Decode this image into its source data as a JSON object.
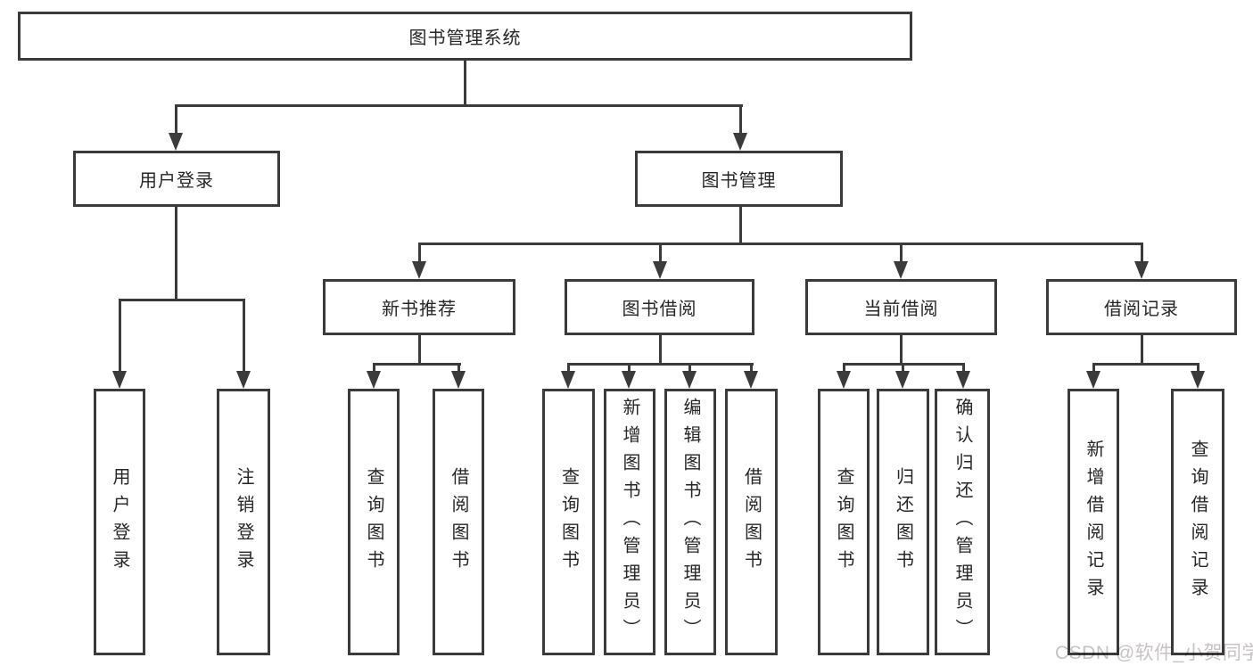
{
  "tree": {
    "root": {
      "label": "图书管理系统"
    },
    "children": [
      {
        "label": "用户登录",
        "children": [
          {
            "label": "用户登录"
          },
          {
            "label": "注销登录"
          }
        ]
      },
      {
        "label": "图书管理",
        "children": [
          {
            "label": "新书推荐",
            "children": [
              {
                "label": "查询图书"
              },
              {
                "label": "借阅图书"
              }
            ]
          },
          {
            "label": "图书借阅",
            "children": [
              {
                "label": "查询图书"
              },
              {
                "label": "新增图书（管理员）"
              },
              {
                "label": "编辑图书（管理员）"
              },
              {
                "label": "借阅图书"
              }
            ]
          },
          {
            "label": "当前借阅",
            "children": [
              {
                "label": "查询图书"
              },
              {
                "label": "归还图书"
              },
              {
                "label": "确认归还（管理员）"
              }
            ]
          },
          {
            "label": "借阅记录",
            "children": [
              {
                "label": "新增借阅记录"
              },
              {
                "label": "查询借阅记录"
              }
            ]
          }
        ]
      }
    ]
  },
  "watermark": {
    "text": "CSDN @软件_小贺同学",
    "color": "#c8c2c2"
  },
  "colors": {
    "line": "#3b3b3b",
    "box_border": "#3b3b3b",
    "box_fill": "#ffffff",
    "text": "#262626",
    "background": "#ffffff"
  }
}
